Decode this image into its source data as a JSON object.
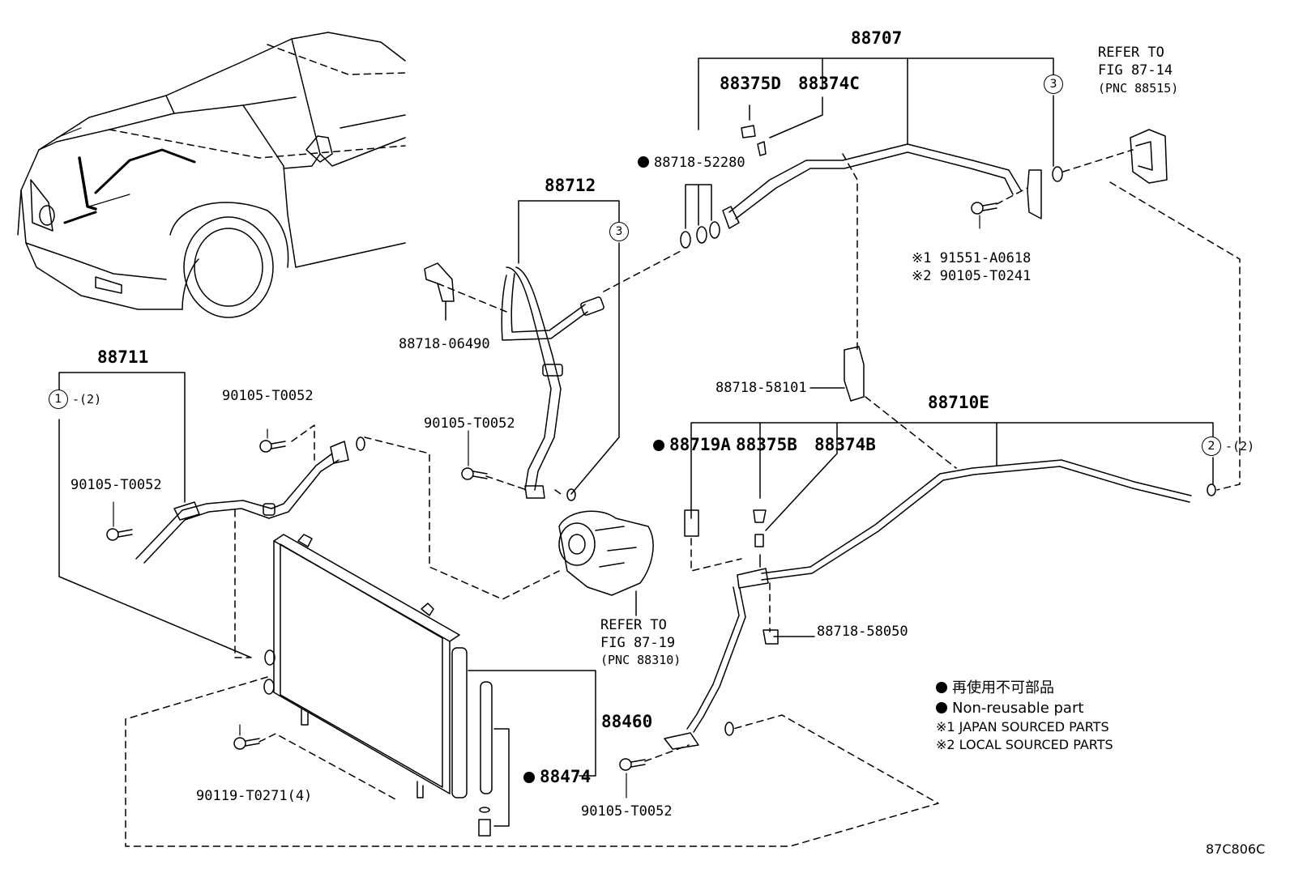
{
  "parts": {
    "p88707": "88707",
    "p88375D": "88375D",
    "p88374C": "88374C",
    "p88718_52280": "88718-52280",
    "p88712": "88712",
    "p88718_06490": "88718-06490",
    "p88711": "88711",
    "p90105_T0052_a": "90105-T0052",
    "p90105_T0052_b": "90105-T0052",
    "p90105_T0052_c": "90105-T0052",
    "p90105_T0052_d": "90105-T0052",
    "p91551": "※1 91551-A0618",
    "p90105_T0241": "※2 90105-T0241",
    "p88718_58101": "88718-58101",
    "p88710E": "88710E",
    "p88719A": "88719A",
    "p88375B": "88375B",
    "p88374B": "88374B",
    "p88718_58050": "88718-58050",
    "p88460": "88460",
    "p88474": "88474",
    "p90119": "90119-T0271(4)"
  },
  "refs": {
    "fig8714_l1": "REFER TO",
    "fig8714_l2": "FIG 87-14",
    "fig8714_l3": "(PNC 88515)",
    "fig8719_l1": "REFER TO",
    "fig8719_l2": "FIG 87-19",
    "fig8719_l3": "(PNC 88310)"
  },
  "circles": {
    "c1": "1",
    "c1_qty": "-(2)",
    "c2": "2",
    "c2_qty": "-(2)",
    "c3a": "3",
    "c3b": "3"
  },
  "legend": {
    "jp": "再使用不可部品",
    "en": "Non-reusable part",
    "note1": "※1 JAPAN SOURCED PARTS",
    "note2": "※2 LOCAL SOURCED PARTS"
  },
  "figure_id": "87C806C"
}
